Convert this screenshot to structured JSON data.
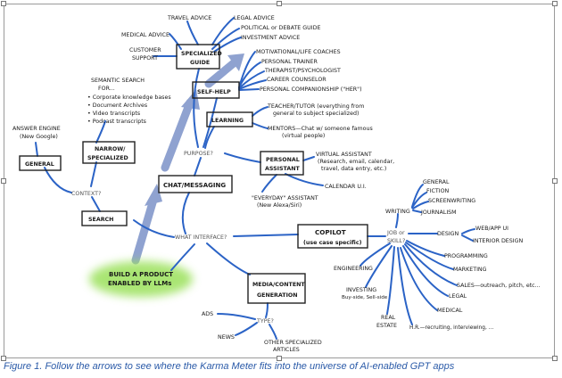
{
  "colors": {
    "branch": "#2b63c6",
    "arrow": "#8fa2d0",
    "highlight": "#9be15c",
    "box": "#222222"
  },
  "nodes": {
    "travel_advice": "TRAVEL ADVICE",
    "legal_advice": "LEGAL ADVICE",
    "political_guide": "POLITICAL or DEBATE GUIDE",
    "investment_advice": "INVESTMENT ADVICE",
    "medical_advice": "MEDICAL ADVICE",
    "customer_support": [
      "CUSTOMER",
      "SUPPORT"
    ],
    "specialized_guide": [
      "SPECIALIZED",
      "GUIDE"
    ],
    "motivational": "MOTIVATIONAL/LIFE COACHES",
    "personal_trainer": "PERSONAL TRAINER",
    "therapist": "THERAPIST/PSYCHOLOGIST",
    "career_counselor": "CAREER COUNSELOR",
    "companionship": "PERSONAL COMPANIONSHIP (\"HER\")",
    "self_help": "SELF-HELP",
    "semantic_search": [
      "SEMANTIC SEARCH",
      "FOR..."
    ],
    "semantic_items": [
      "• Corporate knowledge bases",
      "• Document Archives",
      "• Video transcripts",
      "• Podcast transcripts"
    ],
    "learning": "LEARNING",
    "teacher": [
      "TEACHER/TUTOR (everything from",
      "general to subject specialized)"
    ],
    "mentors": [
      "MENTORS—Chat w/ someone famous",
      "(virtual people)"
    ],
    "answer_engine": [
      "ANSWER ENGINE",
      "(New Google)"
    ],
    "general": "GENERAL",
    "narrow": [
      "NARROW/",
      "SPECIALIZED"
    ],
    "purpose": "PURPOSE?",
    "personal_assistant": [
      "PERSONAL",
      "ASSISTANT"
    ],
    "virtual_assistant": [
      "VIRTUAL ASSISTANT",
      "(Research, email, calendar,",
      "travel, data entry, etc.)"
    ],
    "context": "CONTEXT?",
    "chat_messaging": "CHAT/MESSAGING",
    "calendar_ui": "CALENDAR U.I.",
    "everyday_assistant": [
      "\"EVERYDAY\" ASSISTANT",
      "(New Alexa/Siri)"
    ],
    "search": "SEARCH",
    "writing": "WRITING",
    "general_w": "GENERAL",
    "fiction": "FICTION",
    "screenwriting": "SCREENWRITING",
    "journalism": "JOURNALISM",
    "copilot": [
      "COPILOT",
      "(use case specific)"
    ],
    "job_or_skill": [
      "JOB or",
      "SKILL?"
    ],
    "design": "DESIGN",
    "web_app_ui": "WEB/APP UI",
    "interior_design": "INTERIOR DESIGN",
    "what_interface": "WHAT INTERFACE?",
    "programming": "PROGRAMMING",
    "marketing": "MARKETING",
    "sales": "SALES—outreach, pitch, etc...",
    "legal": "LEGAL",
    "medical": "MEDICAL",
    "engineering": "ENGINEERING",
    "investing": [
      "INVESTING",
      "Buy-side, Sell-side"
    ],
    "real_estate": [
      "REAL",
      "ESTATE"
    ],
    "hr": "H.R.—recruiting, interviewing, ...",
    "build_product": [
      "BUILD A PRODUCT",
      "ENABLED BY LLMs"
    ],
    "media_generation": [
      "MEDIA/CONTENT",
      "GENERATION"
    ],
    "ads": "ADS",
    "type": "TYPE?",
    "news": "NEWS",
    "other_articles": [
      "OTHER SPECIALIZED",
      "ARTICLES"
    ]
  },
  "caption": "Figure 1. Follow the arrows to see where the Karma Meter fits into the universe of AI-enabled GPT apps"
}
